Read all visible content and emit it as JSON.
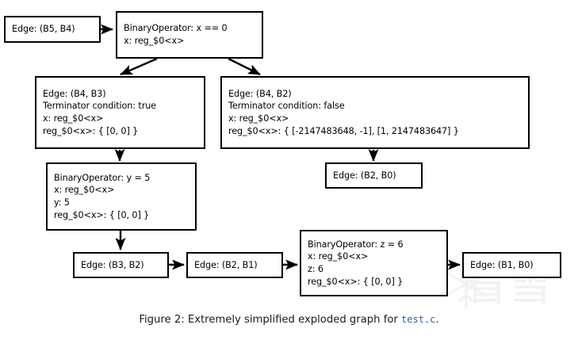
{
  "figure": {
    "caption_prefix": "Figure 2: Extremely simplified exploded graph for ",
    "caption_code": "test.c",
    "caption_suffix": ".",
    "background_color": "#ffffff",
    "stroke_color": "#000000",
    "code_color": "#2b5fa8"
  },
  "watermark": {
    "text": "看雪",
    "color": "#f2f2f2"
  },
  "nodes": [
    {
      "id": "edge-b5-b4",
      "name": "node-edge-b5-b4",
      "lines": [
        "Edge: (B5, B4)"
      ]
    },
    {
      "id": "binop-x-eq-0",
      "name": "node-binaryoperator-x-equals-0",
      "lines": [
        "BinaryOperator: x == 0",
        "x: reg_$0<x>"
      ]
    },
    {
      "id": "edge-b4-b3",
      "name": "node-edge-b4-b3",
      "lines": [
        "Edge: (B4, B3)",
        "Terminator condition: true",
        "x: reg_$0<x>",
        "reg_$0<x>: { [0, 0] }"
      ]
    },
    {
      "id": "edge-b4-b2",
      "name": "node-edge-b4-b2",
      "lines": [
        "Edge: (B4, B2)",
        "Terminator condition: false",
        "x: reg_$0<x>",
        "reg_$0<x>: { [-2147483648, -1], [1, 2147483647] }"
      ]
    },
    {
      "id": "edge-b2-b0",
      "name": "node-edge-b2-b0",
      "lines": [
        "Edge: (B2, B0)"
      ]
    },
    {
      "id": "binop-y-eq-5",
      "name": "node-binaryoperator-y-equals-5",
      "lines": [
        "BinaryOperator: y = 5",
        "x: reg_$0<x>",
        "y: 5",
        "reg_$0<x>: { [0, 0] }"
      ]
    },
    {
      "id": "edge-b3-b2",
      "name": "node-edge-b3-b2",
      "lines": [
        "Edge: (B3, B2)"
      ]
    },
    {
      "id": "edge-b2-b1",
      "name": "node-edge-b2-b1",
      "lines": [
        "Edge: (B2, B1)"
      ]
    },
    {
      "id": "binop-z-eq-6",
      "name": "node-binaryoperator-z-equals-6",
      "lines": [
        "BinaryOperator: z = 6",
        "x: reg_$0<x>",
        "z: 6",
        "reg_$0<x>: { [0, 0] }"
      ]
    },
    {
      "id": "edge-b1-b0",
      "name": "node-edge-b1-b0",
      "lines": [
        "Edge: (B1, B0)"
      ]
    }
  ],
  "edges": [
    {
      "from": "edge-b5-b4",
      "to": "binop-x-eq-0",
      "name": "arrow-b5b4-to-binop-x"
    },
    {
      "from": "binop-x-eq-0",
      "to": "edge-b4-b3",
      "name": "arrow-binop-x-to-b4b3"
    },
    {
      "from": "binop-x-eq-0",
      "to": "edge-b4-b2",
      "name": "arrow-binop-x-to-b4b2"
    },
    {
      "from": "edge-b4-b3",
      "to": "binop-y-eq-5",
      "name": "arrow-b4b3-to-binop-y"
    },
    {
      "from": "edge-b4-b2",
      "to": "edge-b2-b0",
      "name": "arrow-b4b2-to-b2b0"
    },
    {
      "from": "binop-y-eq-5",
      "to": "edge-b3-b2",
      "name": "arrow-binop-y-to-b3b2"
    },
    {
      "from": "edge-b3-b2",
      "to": "edge-b2-b1",
      "name": "arrow-b3b2-to-b2b1"
    },
    {
      "from": "edge-b2-b1",
      "to": "binop-z-eq-6",
      "name": "arrow-b2b1-to-binop-z"
    },
    {
      "from": "binop-z-eq-6",
      "to": "edge-b1-b0",
      "name": "arrow-binop-z-to-b1b0"
    }
  ]
}
